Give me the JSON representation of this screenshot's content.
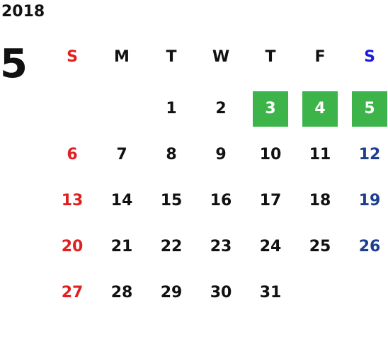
{
  "calendar": {
    "year": "2018",
    "month": "5",
    "weekdays": [
      "S",
      "M",
      "T",
      "W",
      "T",
      "F",
      "S"
    ],
    "colors": {
      "sunday": "#e02020",
      "saturday_header": "#1a1ad8",
      "saturday": "#1e3f8f",
      "holiday_bg": "#3cb44a",
      "text": "#111111"
    },
    "weeks": [
      [
        "",
        "",
        "1",
        "2",
        "3",
        "4",
        "5"
      ],
      [
        "6",
        "7",
        "8",
        "9",
        "10",
        "11",
        "12"
      ],
      [
        "13",
        "14",
        "15",
        "16",
        "17",
        "18",
        "19"
      ],
      [
        "20",
        "21",
        "22",
        "23",
        "24",
        "25",
        "26"
      ],
      [
        "27",
        "28",
        "29",
        "30",
        "31",
        "",
        ""
      ]
    ],
    "highlighted": [
      "3",
      "4",
      "5"
    ]
  }
}
